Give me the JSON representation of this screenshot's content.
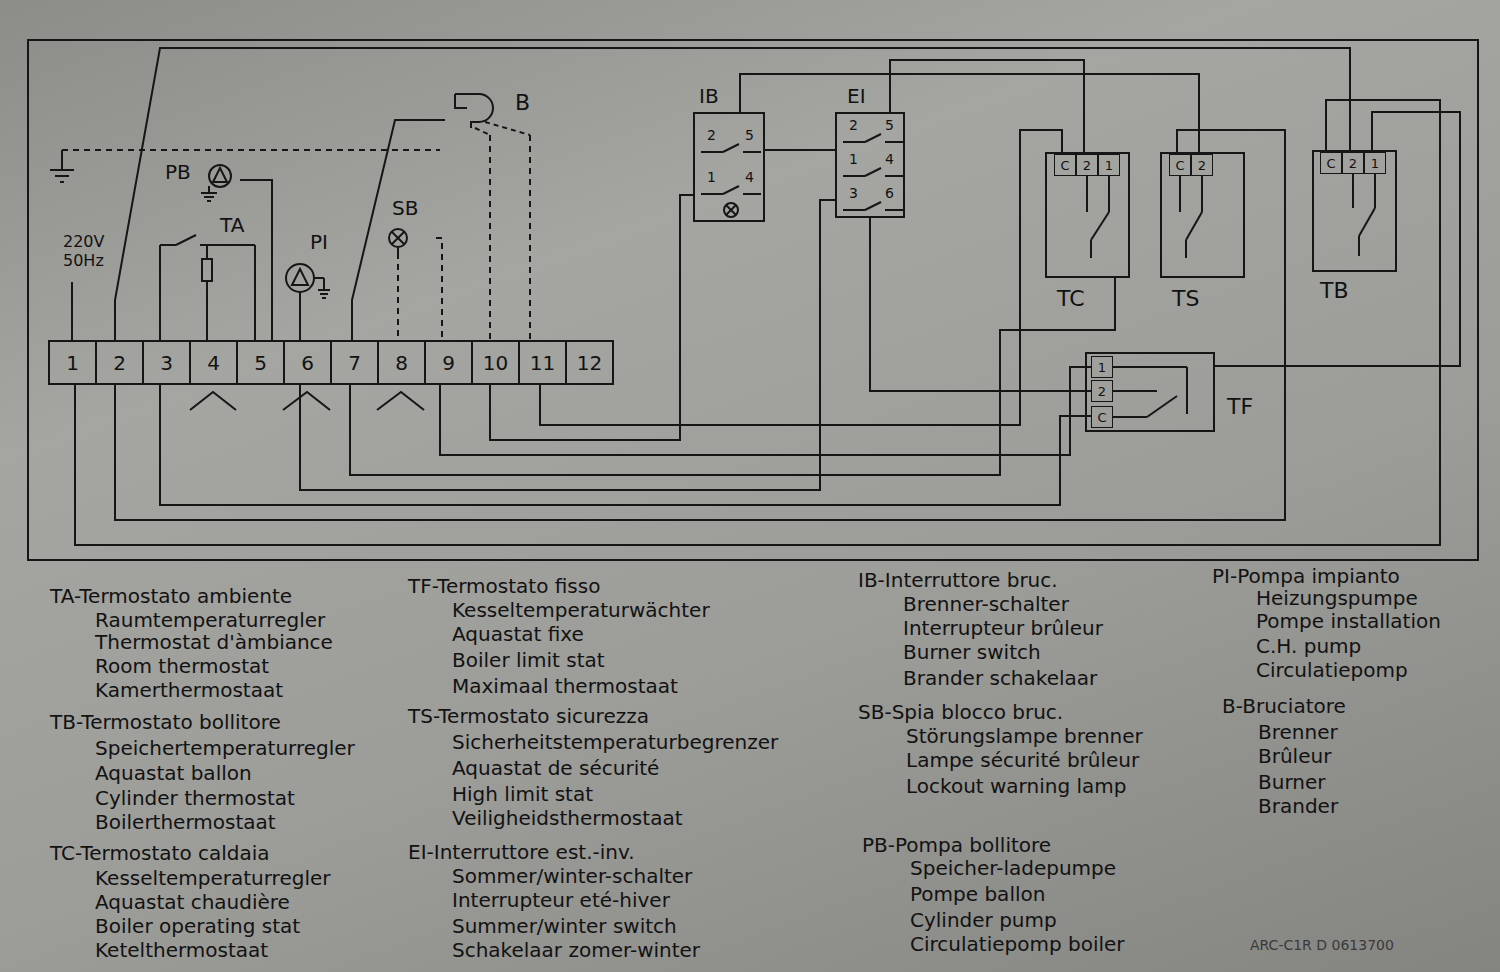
{
  "diagram": {
    "nodes": [
      {
        "text": [
          "1"
        ]
      },
      {
        "text": [
          "2"
        ]
      },
      {
        "text": [
          "3"
        ]
      },
      {
        "text": [
          "4"
        ]
      },
      {
        "text": [
          "5"
        ]
      },
      {
        "text": [
          "6"
        ]
      },
      {
        "text": [
          "7"
        ]
      },
      {
        "text": [
          "8"
        ]
      },
      {
        "text": [
          "9"
        ]
      },
      {
        "text": [
          "10"
        ]
      },
      {
        "text": [
          "11"
        ]
      },
      {
        "text": [
          "12"
        ]
      },
      {
        "text": [
          "IB",
          "2",
          "5",
          "1",
          "4"
        ]
      },
      {
        "text": [
          "EI",
          "2",
          "5",
          "4",
          "1",
          "3",
          "6"
        ]
      },
      {
        "text": [
          "TC"
        ]
      },
      {
        "text": [
          "C"
        ],
        "in": 14
      },
      {
        "text": [
          "2"
        ],
        "in": 14
      },
      {
        "text": [
          "1"
        ],
        "in": 14
      },
      {
        "text": [
          "TS"
        ]
      },
      {
        "text": [
          "C"
        ],
        "in": 18
      },
      {
        "text": [
          "2"
        ],
        "in": 18
      },
      {
        "text": [
          "TB"
        ]
      },
      {
        "text": [
          "C"
        ],
        "in": 21
      },
      {
        "text": [
          "2"
        ],
        "in": 21
      },
      {
        "text": [
          "1"
        ],
        "in": 21
      },
      {
        "text": [
          "TF"
        ]
      },
      {
        "text": [
          "1"
        ],
        "in": 25
      },
      {
        "text": [
          "2"
        ],
        "in": 25
      },
      {
        "text": [
          "C"
        ],
        "in": 25
      },
      {
        "text": [
          "PB"
        ]
      },
      {
        "text": [
          "TA"
        ]
      },
      {
        "text": [
          "PI"
        ]
      },
      {
        "text": [
          "SB"
        ]
      },
      {
        "text": [
          "B"
        ]
      }
    ],
    "edges": [
      {
        "from": 0,
        "to": 22,
        "arrow": "none"
      },
      {
        "from": 1,
        "to": 23,
        "arrow": "none"
      },
      {
        "from": 1,
        "to": 19,
        "arrow": "none"
      },
      {
        "from": 2,
        "to": 28,
        "arrow": "none"
      },
      {
        "from": 5,
        "to": 13,
        "arrow": "none"
      },
      {
        "from": 6,
        "to": 14,
        "arrow": "none"
      },
      {
        "from": 8,
        "to": 26,
        "arrow": "none"
      },
      {
        "from": 9,
        "to": 12,
        "arrow": "none"
      },
      {
        "from": 10,
        "to": 15,
        "arrow": "none"
      },
      {
        "from": 12,
        "to": 13,
        "arrow": "none"
      },
      {
        "from": 13,
        "to": 16,
        "arrow": "none"
      },
      {
        "from": 20,
        "to": 12,
        "arrow": "none"
      },
      {
        "from": 24,
        "to": 25,
        "arrow": "none"
      },
      {
        "from": 13,
        "to": 27,
        "arrow": "none"
      },
      {
        "from": 2,
        "to": 30,
        "arrow": "none"
      },
      {
        "from": 3,
        "to": 30,
        "arrow": "none"
      },
      {
        "from": 4,
        "to": 30,
        "arrow": "none"
      },
      {
        "from": 5,
        "to": 31,
        "arrow": "none"
      },
      {
        "from": 29,
        "to": 4,
        "arrow": "none"
      },
      {
        "from": 33,
        "to": 6,
        "arrow": "none"
      },
      {
        "from": 32,
        "to": 7,
        "arrow": "none"
      },
      {
        "from": 32,
        "to": 8,
        "arrow": "none"
      },
      {
        "from": 33,
        "to": 9,
        "arrow": "none"
      },
      {
        "from": 33,
        "to": 10,
        "arrow": "none"
      }
    ],
    "labels": [
      "220V",
      "50Hz",
      "TA-Termostato ambiente",
      "Raumtemperaturregler",
      "Thermostat d'àmbiance",
      "Room thermostat",
      "Kamerthermostaat",
      "TB-Termostato bollitore",
      "Speichertemperaturregler",
      "Aquastat ballon",
      "Cylinder thermostat",
      "Boilerthermostaat",
      "TC-Termostato caldaia",
      "Kesseltemperaturregler",
      "Aquastat chaudière",
      "Boiler operating stat",
      "Ketelthermostaat",
      "TF-Termostato fisso",
      "Kesseltemperaturwächter",
      "Aquastat fixe",
      "Boiler limit stat",
      "Maximaal thermostaat",
      "TS-Termostato sicurezza",
      "Sicherheitstemperaturbegrenzer",
      "Aquastat de sécurité",
      "High limit stat",
      "Veiligheidsthermostaat",
      "EI-Interruttore est.-inv.",
      "Sommer/winter-schalter",
      "Interrupteur eté-hiver",
      "Summer/winter switch",
      "Schakelaar zomer-winter",
      "IB-Interruttore bruc.",
      "Brenner-schalter",
      "Interrupteur brûleur",
      "Burner switch",
      "Brander schakelaar",
      "SB-Spia blocco bruc.",
      "Störungslampe brenner",
      "Lampe sécurité brûleur",
      "Lockout warning lamp",
      "PB-Pompa bollitore",
      "Speicher-ladepumpe",
      "Pompe ballon",
      "Cylinder pump",
      "Circulatiepomp boiler",
      "PI-Pompa impianto",
      "Heizungspumpe",
      "Pompe installation",
      "C.H. pump",
      "Circulatiepomp",
      "B-Bruciatore",
      "Brenner",
      "Brûleur",
      "Burner",
      "Brander",
      "ARC-C1R D 0613700"
    ]
  }
}
